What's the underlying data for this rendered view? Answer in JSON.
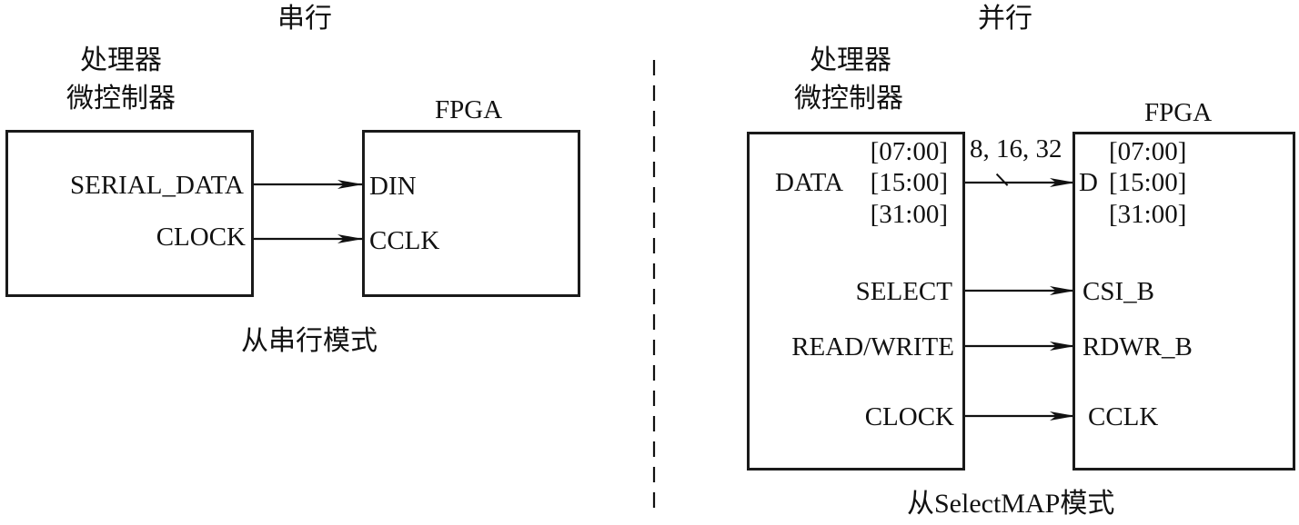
{
  "serial": {
    "heading": "串行",
    "processor_label_line1": "处理器",
    "processor_label_line2": "微控制器",
    "fpga_label": "FPGA",
    "processor_pins": [
      "SERIAL_DATA",
      "CLOCK"
    ],
    "fpga_pins": [
      "DIN",
      "CCLK"
    ],
    "caption": "从串行模式"
  },
  "parallel": {
    "heading": "并行",
    "processor_label_line1": "处理器",
    "processor_label_line2": "微控制器",
    "fpga_label": "FPGA",
    "data_label": "DATA",
    "data_widths": [
      "[07:00]",
      "[15:00]",
      "[31:00]"
    ],
    "bus_width_label": "8, 16, 32",
    "fpga_data_label": "D",
    "fpga_data_widths": [
      "[07:00]",
      "[15:00]",
      "[31:00]"
    ],
    "processor_pins": [
      "SELECT",
      "READ/WRITE",
      "CLOCK"
    ],
    "fpga_pins": [
      "CSI_B",
      "RDWR_B",
      "CCLK"
    ],
    "caption": "从SelectMAP模式"
  }
}
